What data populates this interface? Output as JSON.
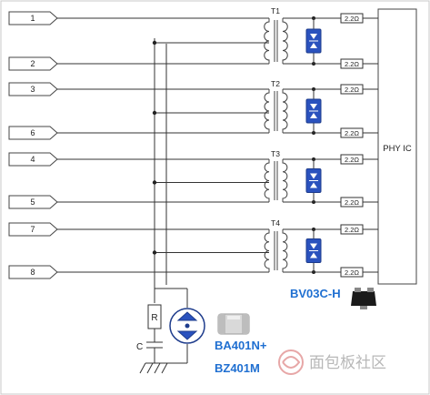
{
  "inputs": [
    "1",
    "2",
    "3",
    "6",
    "4",
    "5",
    "7",
    "8"
  ],
  "transformers": [
    "T1",
    "T2",
    "T3",
    "T4"
  ],
  "resistor_value": "2.2Ω",
  "phy_label": "PHY IC",
  "tvs_part": "BV03C-H",
  "gdt_part_1": "BA401N+",
  "gdt_part_2": "BZ401M",
  "resistor_symbol": "R",
  "capacitor_symbol": "C",
  "watermark": "面包板社区",
  "colors": {
    "part_label": "#1f6fd1",
    "tvs_fill": "#2a52be",
    "wire": "#333333"
  }
}
